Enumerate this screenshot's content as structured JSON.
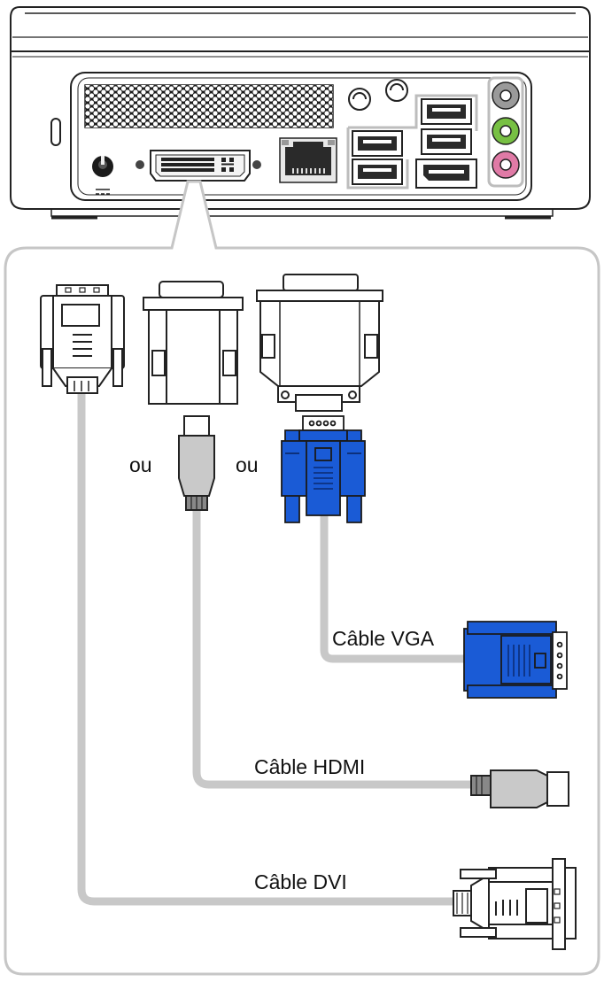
{
  "labels": {
    "ou_left": "ou",
    "ou_right": "ou",
    "vga_cable": "Câble VGA",
    "hdmi_cable": "Câble HDMI",
    "dvi_cable": "Câble DVI"
  },
  "icons": {
    "device": "mini-pc-rear-panel",
    "vent": "ventilation-grille",
    "power_jack": "dc-power-jack",
    "dvi_port": "dvi-i-port",
    "ethernet_port": "rj45-ethernet-port",
    "usb_ports": "usb-port",
    "esata_port": "esata-port",
    "audio_jacks": "audio-jack",
    "dvi_plug": "dvi-connector-plug",
    "dvi_hdmi_adapter": "dvi-to-hdmi-adapter",
    "dvi_vga_adapter": "dvi-to-vga-adapter",
    "hdmi_plug": "hdmi-connector-plug",
    "vga_plug": "vga-connector-plug"
  },
  "colors": {
    "vga_blue": "#1a5bd6",
    "cable_gray": "#c8c8c8",
    "audio_gray": "#9a9a9a",
    "audio_green": "#77c043",
    "audio_pink": "#e07aa6"
  }
}
